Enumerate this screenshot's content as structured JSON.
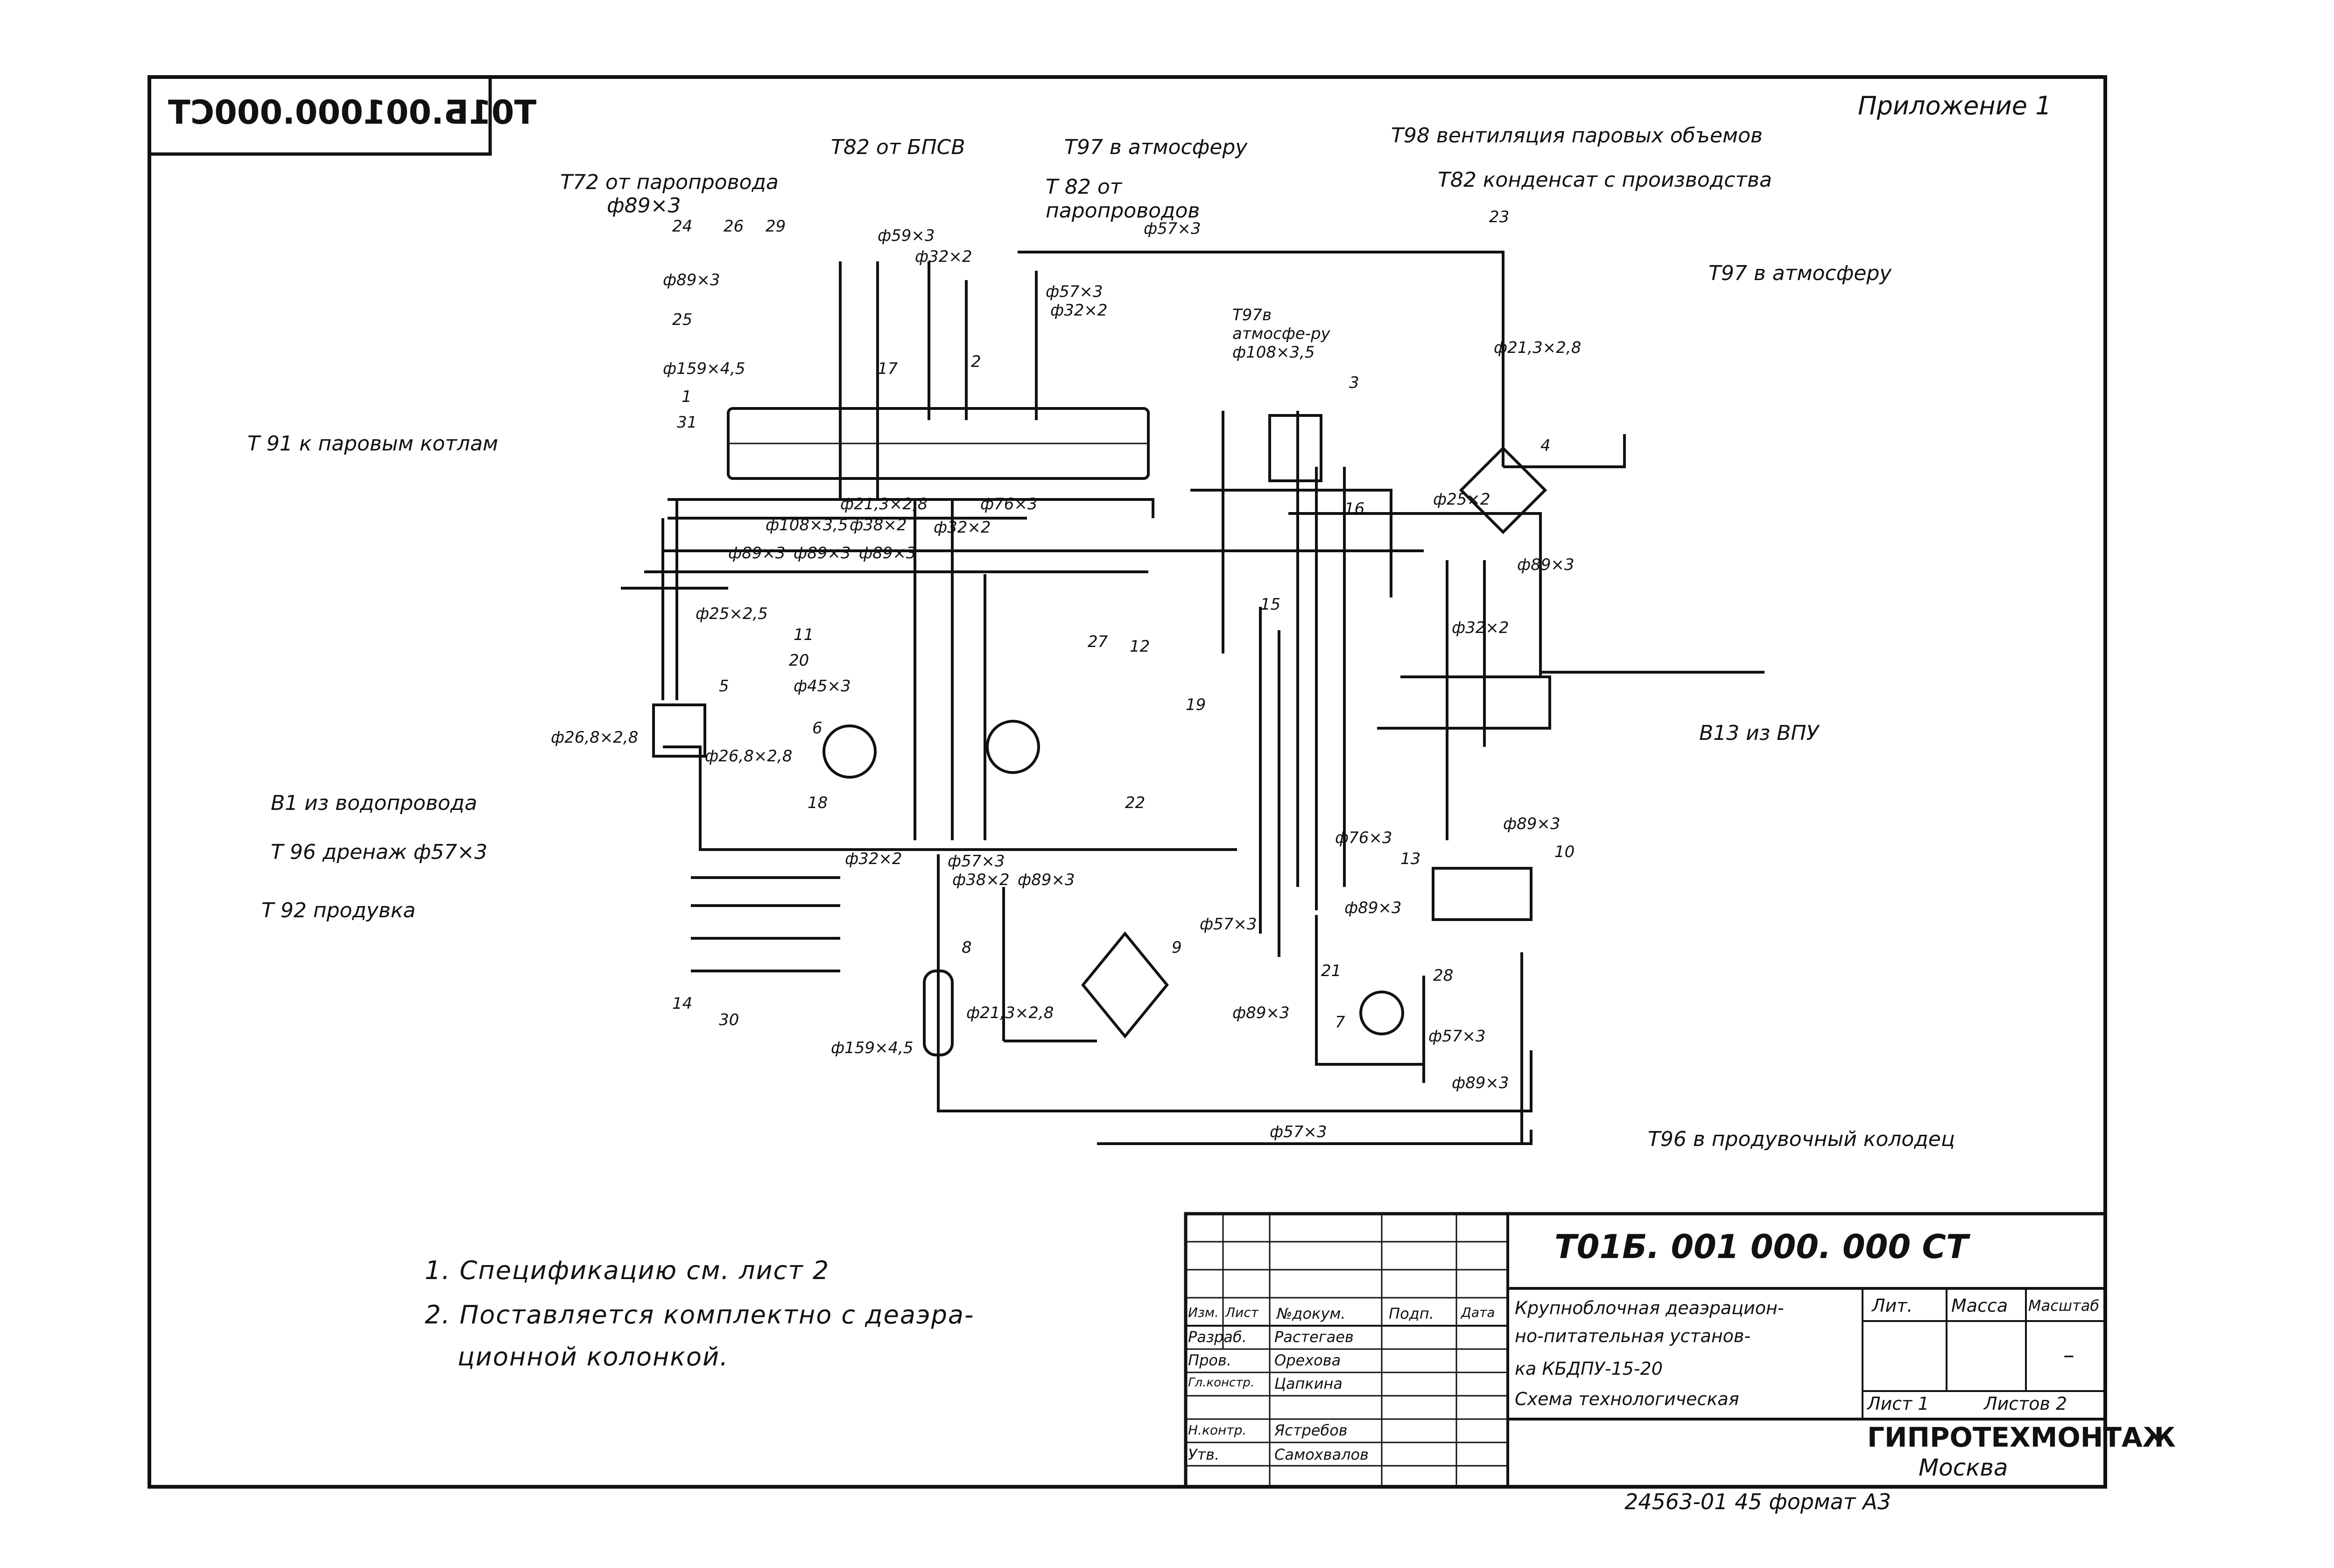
{
  "sheet": {
    "appendix": "Приложение 1",
    "mirrored_code": "Т01Б.001000.000СТ",
    "format_line": "24563-01   45   формат А3"
  },
  "callouts": [
    "Т72 от паропровода",
    "ф89×3",
    "Т82 от БПСВ",
    "Т97 в атмосферу",
    "Т98 вентиляция паровых объемов",
    "Т 82 от паропроводов",
    "Т82 конденсат с производства",
    "Т97 в атмосферу",
    "Т 91 к паровым котлам",
    "Т97в атмосфе-ру ф108×3,5",
    "В13 из ВПУ",
    "В1 из водопровода",
    "Т 96 дренаж ф57×3",
    "Т 92 продувка",
    "Т96 в продувочный колодец"
  ],
  "pipe_sizes": [
    "ф59×3",
    "ф32×2",
    "ф57×3",
    "ф57×3",
    "ф32×2",
    "ф89×3",
    "ф159×4,5",
    "ф21,3×2,8",
    "ф108×3,5",
    "ф38×2",
    "ф76×3",
    "ф32×2",
    "ф89×3",
    "ф89×3",
    "ф89×3",
    "ф25×2,5",
    "ф45×3",
    "ф26,8×2,8",
    "ф26,8×2,8",
    "ф32×2",
    "ф57×3",
    "ф38×2",
    "ф89×3",
    "ф21,3×2,8",
    "ф89×3",
    "ф57×3",
    "ф76×3",
    "ф89×3",
    "ф57×3",
    "ф89×3",
    "ф57×3",
    "ф159×4,5",
    "ф25×2",
    "ф32×2",
    "ф89×3",
    "ф21,3×2,8",
    "ф89×3"
  ],
  "equipment_numbers": [
    "1",
    "2",
    "3",
    "4",
    "5",
    "6",
    "7",
    "8",
    "9",
    "10",
    "11",
    "12",
    "13",
    "14",
    "15",
    "16",
    "17",
    "18",
    "19",
    "20",
    "21",
    "22",
    "23",
    "24",
    "25",
    "26",
    "27",
    "28",
    "29",
    "30",
    "31"
  ],
  "notes": [
    "1. Спецификацию  см.  лист 2",
    "2. Поставляется   комплектно  с  деаэра-",
    "ционной   колонкой."
  ],
  "title_block": {
    "doc_code": "Т01Б. 001 000. 000 СТ",
    "title_line_1": "Крупноблочная деаэрацион-",
    "title_line_2": "но-питательная установ-",
    "title_line_3": "ка  КБДПУ-15-20",
    "title_line_4": "Схема технологическая",
    "col_izm": "Изм.",
    "col_list": "Лист",
    "col_doc": "№докум.",
    "col_sign": "Подп.",
    "col_date": "Дата",
    "role_razrab": "Разраб.",
    "name_razrab": "Растегаев",
    "role_prov": "Пров.",
    "name_prov": "Орехова",
    "role_gl": "Гл.констр.",
    "name_gl": "Цапкина",
    "role_nkontr": "Н.контр.",
    "name_nkontr": "Ястребов",
    "role_utv": "Утв.",
    "name_utv": "Самохвалов",
    "lit_label": "Лит.",
    "mass_label": "Масса",
    "scale_label": "Масштаб",
    "scale_value": "–",
    "sheet_label": "Лист 1",
    "sheets_label": "Листов 2",
    "org_name": "ГИПРОТЕХМОНТАЖ",
    "org_city": "Москва"
  }
}
